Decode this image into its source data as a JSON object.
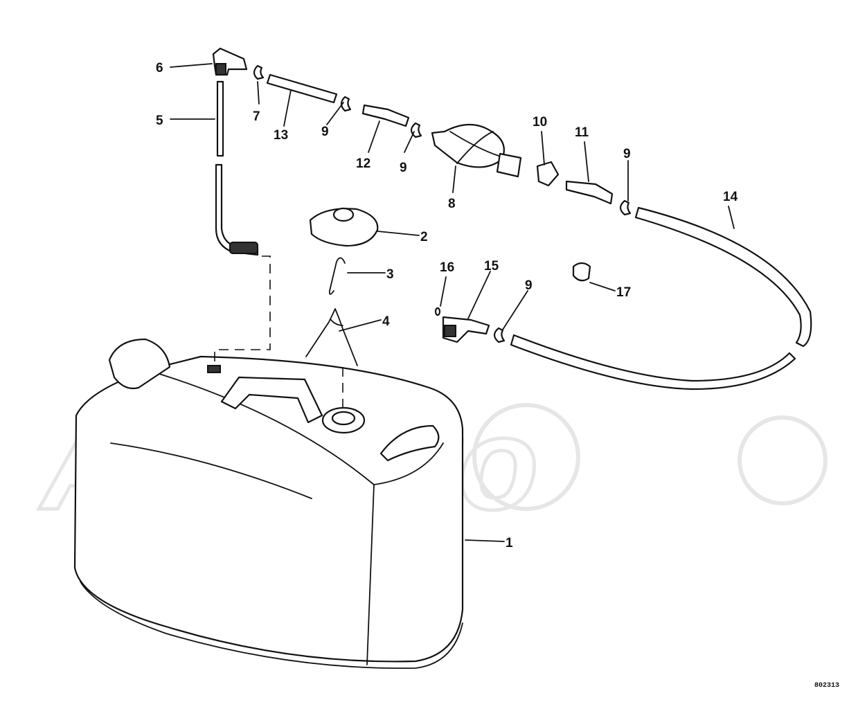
{
  "watermark": {
    "text": "AriMoto"
  },
  "reference_code": "802313",
  "callouts": [
    {
      "id": "1",
      "label": "1"
    },
    {
      "id": "2",
      "label": "2"
    },
    {
      "id": "3",
      "label": "3"
    },
    {
      "id": "4",
      "label": "4"
    },
    {
      "id": "5",
      "label": "5"
    },
    {
      "id": "6",
      "label": "6"
    },
    {
      "id": "7",
      "label": "7"
    },
    {
      "id": "8",
      "label": "8"
    },
    {
      "id": "9a",
      "label": "9"
    },
    {
      "id": "9b",
      "label": "9"
    },
    {
      "id": "9c",
      "label": "9"
    },
    {
      "id": "9d",
      "label": "9"
    },
    {
      "id": "10",
      "label": "10"
    },
    {
      "id": "11",
      "label": "11"
    },
    {
      "id": "12",
      "label": "12"
    },
    {
      "id": "13",
      "label": "13"
    },
    {
      "id": "14",
      "label": "14"
    },
    {
      "id": "15",
      "label": "15"
    },
    {
      "id": "16",
      "label": "16"
    },
    {
      "id": "17",
      "label": "17"
    }
  ]
}
